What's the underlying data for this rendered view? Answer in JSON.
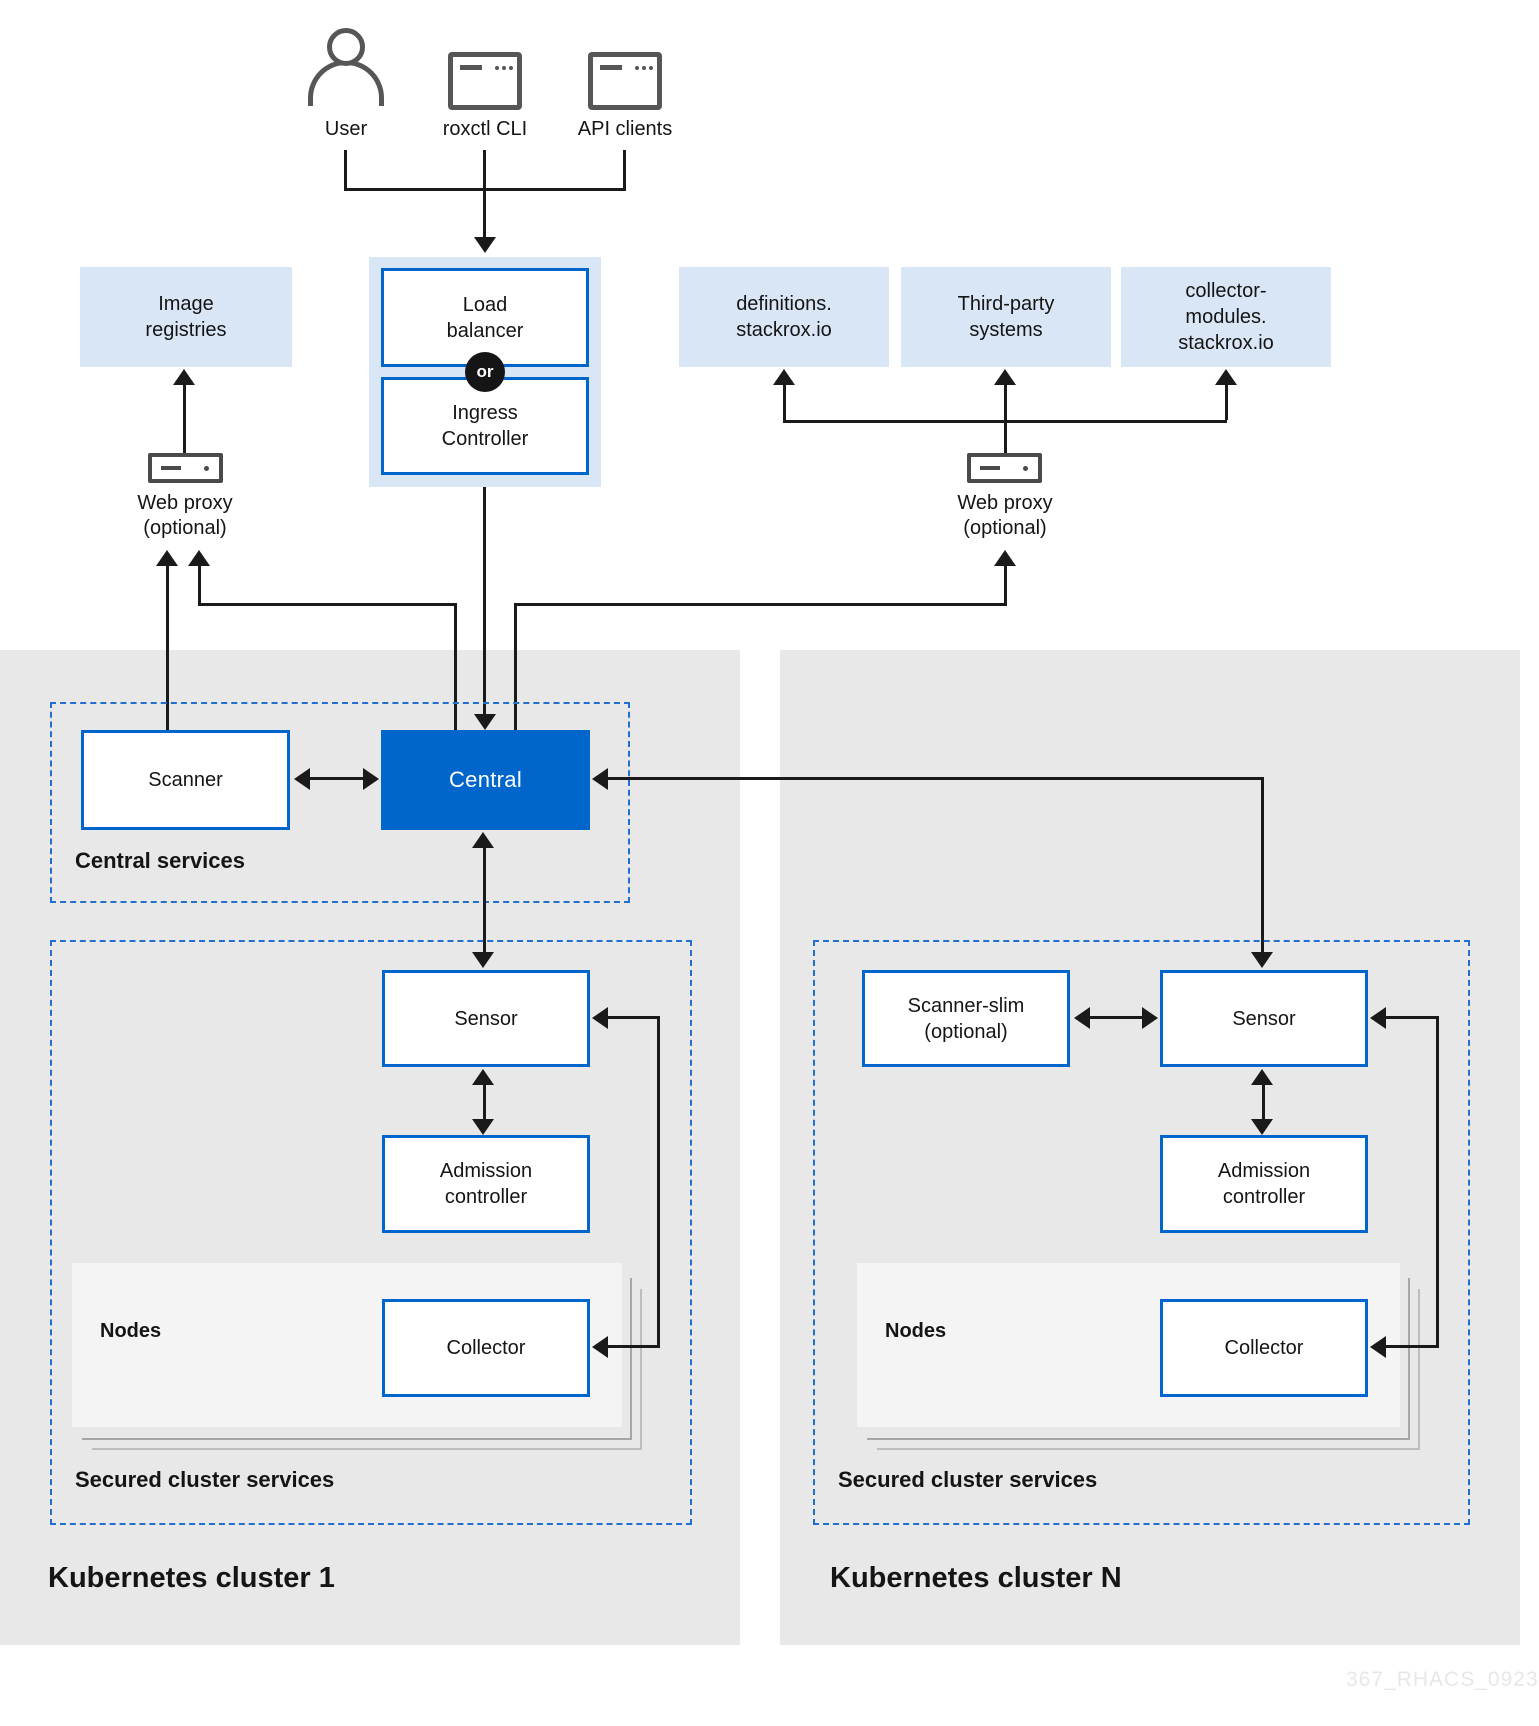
{
  "colors": {
    "accent_blue": "#0066cc",
    "light_blue": "#d9e6f6",
    "panel_gray": "#e8e8e8",
    "nodes_gray": "#f4f4f4",
    "line_black": "#1a1a1a",
    "dashed_border_blue": "#2170cf",
    "watermark_gray": "#e7e7e7"
  },
  "icons": {
    "user": "user-icon",
    "roxctl": "app-window-icon",
    "api_clients": "app-window-icon",
    "web_proxy": "server-icon"
  },
  "actors": {
    "user": "User",
    "roxctl": "roxctl CLI",
    "api_clients": "API clients"
  },
  "gateway": {
    "load_balancer": [
      "Load",
      "balancer"
    ],
    "or_label": "or",
    "ingress_controller": [
      "Ingress",
      "Controller"
    ]
  },
  "externals": {
    "image_registries": [
      "Image",
      "registries"
    ],
    "definitions": [
      "definitions.",
      "stackrox.io"
    ],
    "third_party": [
      "Third-party",
      "systems"
    ],
    "collector_modules": [
      "collector-",
      "modules.",
      "stackrox.io"
    ]
  },
  "web_proxy_left": {
    "label": "Web proxy",
    "optional": "(optional)"
  },
  "web_proxy_right": {
    "label": "Web proxy",
    "optional": "(optional)"
  },
  "central_services": {
    "title": "Central services",
    "scanner": "Scanner",
    "central": "Central"
  },
  "cluster1": {
    "title": "Kubernetes cluster 1",
    "secured_title": "Secured cluster services",
    "sensor": "Sensor",
    "admission": [
      "Admission",
      "controller"
    ],
    "nodes": "Nodes",
    "collector": "Collector"
  },
  "clusterN": {
    "title": "Kubernetes cluster N",
    "secured_title": "Secured cluster services",
    "scanner_slim": [
      "Scanner-slim",
      "(optional)"
    ],
    "sensor": "Sensor",
    "admission": [
      "Admission",
      "controller"
    ],
    "nodes": "Nodes",
    "collector": "Collector"
  },
  "watermark": "367_RHACS_0923"
}
